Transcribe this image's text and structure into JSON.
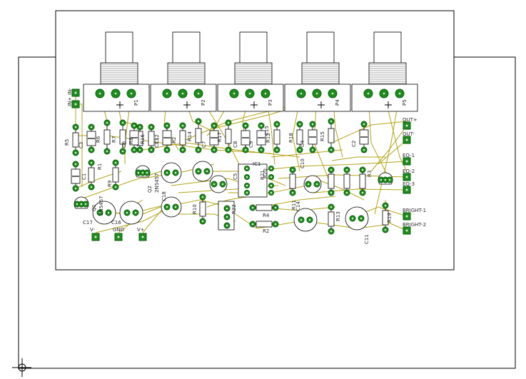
{
  "colors": {
    "background": "#ffffff",
    "outline": "#000000",
    "pad": "#1e8c1e",
    "pad_dark": "#0b5e0b",
    "trace": "#b3a418",
    "silkscreen": "#111111",
    "pot_body": "#e8e8e8"
  },
  "pots": [
    {
      "ref": "P1"
    },
    {
      "ref": "P2"
    },
    {
      "ref": "P3"
    },
    {
      "ref": "P4"
    },
    {
      "ref": "P5"
    }
  ],
  "connectors_left": [
    {
      "label": "IN-"
    },
    {
      "label": "IN+"
    }
  ],
  "connectors_right": [
    {
      "label": "OUT+"
    },
    {
      "label": "OUT-"
    },
    {
      "label": "EQ-1"
    },
    {
      "label": "EQ-2"
    },
    {
      "label": "EQ-3"
    },
    {
      "label": "BRIGHT-1"
    },
    {
      "label": "BRIGHT-2"
    }
  ],
  "connectors_bottom": [
    {
      "label": "V-"
    },
    {
      "label": "GND"
    },
    {
      "label": "V+"
    }
  ],
  "resistors_top_row": [
    "R5",
    "R6",
    "R7",
    "R8",
    "R16",
    "R2",
    "R14",
    "R17",
    "R12",
    "R18",
    "R15"
  ],
  "capacitors_top_row": [
    "C3",
    "C6",
    "C13",
    "C7",
    "C8",
    "C9",
    "C4",
    "C2"
  ],
  "mid_labels": [
    "C1",
    "R1",
    "R9",
    "2N5457",
    "Q2",
    "C12",
    "R10",
    "C5",
    "IC1",
    "C10",
    "R11",
    "R3",
    "R13",
    "R4",
    "R2",
    "C14",
    "C18",
    "C17",
    "C16",
    "2N5457",
    "Q1",
    "R19",
    "C11",
    "R21",
    "R20",
    "R22",
    "C15"
  ],
  "icon": "crosshair-origin-icon"
}
